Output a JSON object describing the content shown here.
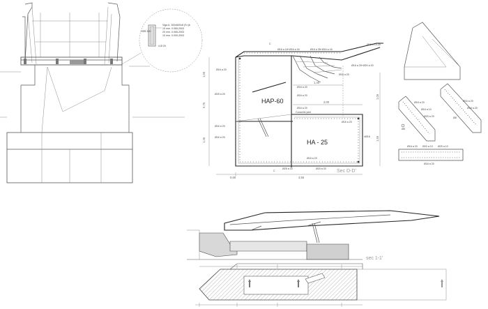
{
  "detail_callout": {
    "lines": [
      "Viga A. 300x600x8 (S=)b",
      "10 mm. 0.065-2003",
      "20 mm. 0.065-2003",
      "10 mm. 0.000-2003"
    ],
    "left_tag": "HEB 300",
    "bottom_tag": "4 Ø 20"
  },
  "section_dd": {
    "upper_block_label": "HAP-60",
    "lower_block_label": "HA - 25",
    "section_title": "Sec D-D'",
    "cut_mark": "C",
    "notes": {
      "top_bars": "Ø16 a 18+Ø16 a 18",
      "deck_bars_1": "Ø16 a 35+Ø16 a 18",
      "deck_bars_2": "Ø16 a 25+Ø20 a 20",
      "deck_bars_3": "Ø16 a 10-20",
      "left_1": "Ø16 a 20",
      "left_2": "Ø25 a 20",
      "left_3": "Ø16 a 20",
      "left_4": "Ø16 a 20",
      "mid_1": "Ø16 a 20",
      "mid_2": "Ø16 a 20",
      "mid_3": "Ø16 a 20",
      "mid_4": "Ø16 a 20",
      "concrete_joint": "Concrete joint",
      "right_side": "4Ø16",
      "bottom_1": "Ø25 a 20",
      "bottom_2": "Ø20 a 20",
      "bottom_3": "Ø16 a 20",
      "right_top": "Ø16 a 20"
    },
    "dims": {
      "d_1_40": "1,40",
      "d_2_00": "2,00",
      "d_0_65": "0,65",
      "d_3_56": "3,56",
      "v_1_05": "1,05",
      "v_0_75": "0,75",
      "v_1_45": "1,45",
      "v_1_05b": "1,05",
      "v_1_55": "1,55"
    }
  },
  "small_details": {
    "piece_a": [
      "Ø16 a 20",
      "Ø16 a 10",
      "Ø20 a 20",
      "Ø8"
    ],
    "piece_b": [
      "Ø16 a 20",
      "Ø16 a 20",
      "Ø8"
    ],
    "piece_c": [
      "Ø16 a 20",
      "Ø20 a 10",
      "Ø25 a 10",
      "Ø16 a 20"
    ]
  },
  "section_11": {
    "title": "sec 1-1'"
  }
}
